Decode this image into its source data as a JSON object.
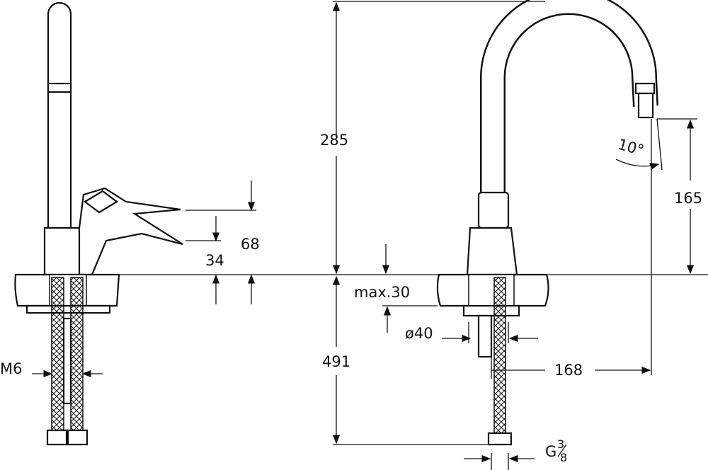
{
  "title": "Kitchen mixer tap technical drawing",
  "dimensions": {
    "lever_height": "68",
    "body_height": "34",
    "hose_thread": "M6",
    "total_height": "285",
    "spout_outlet_height": "165",
    "spout_angle": "10°",
    "max_counter_thickness": "max.30",
    "hole_diameter": "ø40",
    "hose_length": "491",
    "spout_reach": "168",
    "connection_thread_prefix": "G",
    "connection_thread_num": "3",
    "connection_thread_den": "8"
  },
  "colors": {
    "line": "#111111",
    "background": "#ffffff"
  }
}
